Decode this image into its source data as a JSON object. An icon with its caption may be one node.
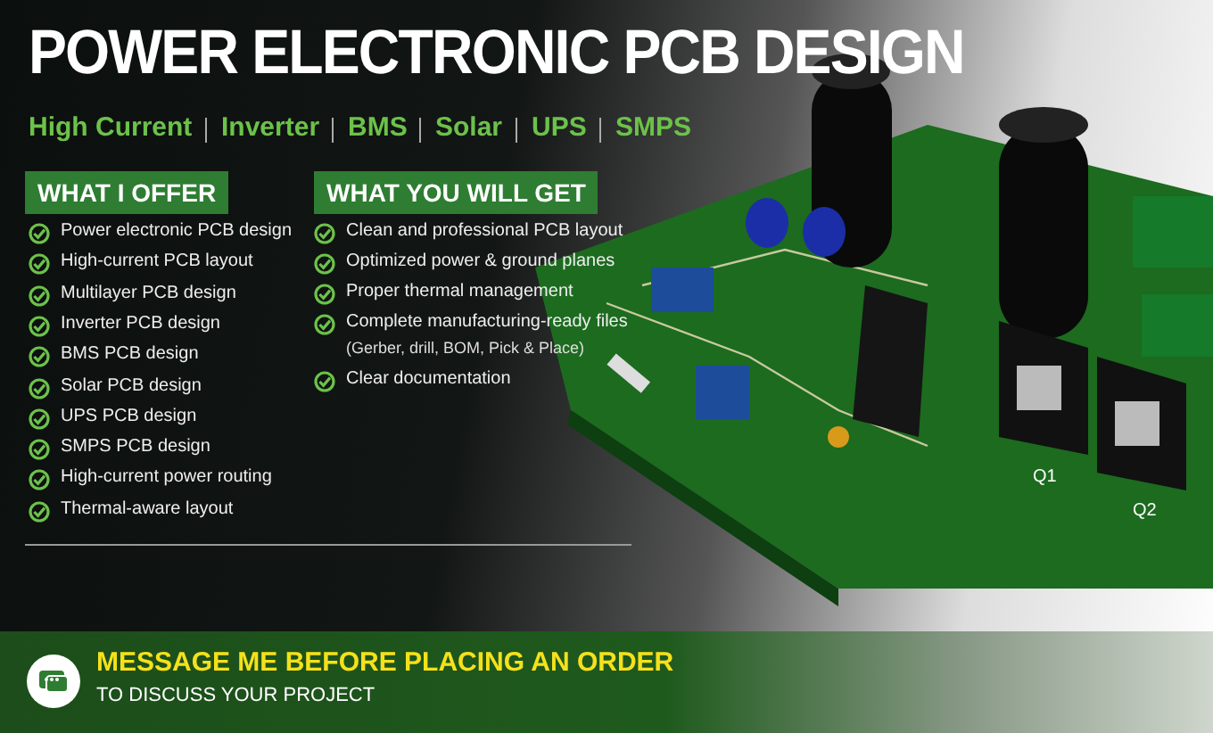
{
  "diagram": {
    "title": "POWER ELECTRONIC PCB DESIGN",
    "nodes": [
      {
        "text": [
          "WHAT I OFFER"
        ]
      },
      {
        "text": [
          "WHAT YOU WILL GET"
        ]
      },
      {
        "text": [
          "MESSAGE ME BEFORE PLACING AN ORDER",
          "TO DISCUSS YOUR PROJECT"
        ]
      }
    ],
    "edges": [],
    "labels": [
      "High Current",
      "Inverter",
      "BMS",
      "Solar",
      "UPS",
      "SMPS",
      "Power electronic PCB design",
      "High-current PCB layout",
      "Multilayer PCB design",
      "Inverter PCB design",
      "BMS PCB design",
      "Solar PCB design",
      "UPS PCB design",
      "SMPS PCB design",
      "High-current power routing",
      "Thermal-aware layout",
      "Clean and professional PCB layout",
      "Optimized power & ground planes",
      "Proper thermal management",
      "Complete manufacturing-ready files",
      "(Gerber, drill, BOM, Pick & Place)",
      "Clear documentation",
      "Q1",
      "Q2"
    ]
  }
}
